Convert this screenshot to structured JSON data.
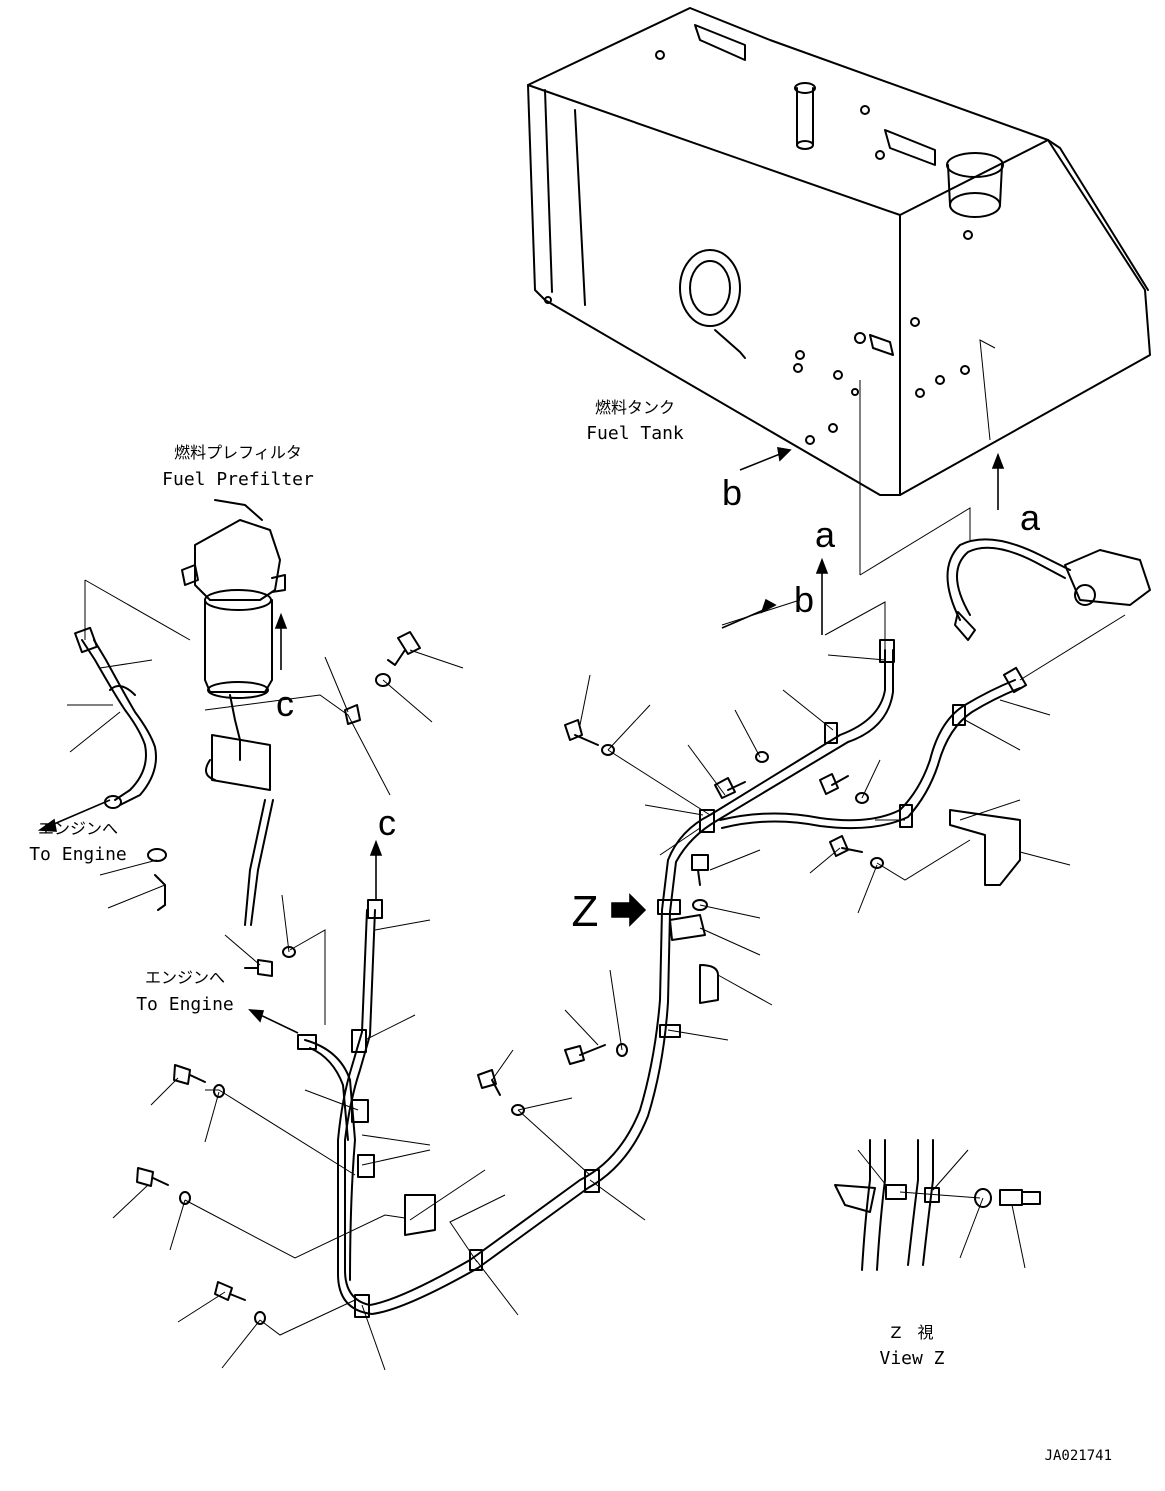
{
  "labels": {
    "fuel_tank_jp": "燃料タンク",
    "fuel_tank_en": "Fuel Tank",
    "prefilter_jp": "燃料プレフィルタ",
    "prefilter_en": "Fuel Prefilter",
    "to_engine_1_jp": "エンジンへ",
    "to_engine_1_en": "To Engine",
    "to_engine_2_jp": "エンジンへ",
    "to_engine_2_en": "To Engine",
    "view_z_jp": "Z　視",
    "view_z_en": "View Z",
    "drawing_number": "JA021741"
  },
  "callouts": {
    "a_tank": "a",
    "a_line": "a",
    "b_tank": "b",
    "b_line": "b",
    "c_filter": "c",
    "c_line": "c",
    "z_arrow": "Z"
  }
}
